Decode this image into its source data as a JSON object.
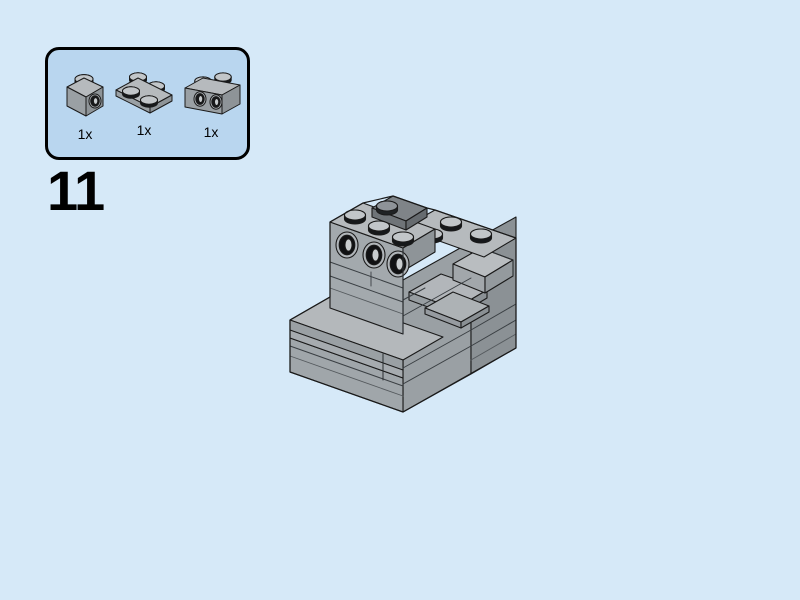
{
  "page": {
    "background_color": "#d6e9f8",
    "step_number": "11"
  },
  "parts_box": {
    "fill_color": "#b9d6ef",
    "border_color": "#000000",
    "parts": [
      {
        "name": "brick-1x1-with-stud-on-side",
        "quantity": "1x",
        "color_name": "light-bluish-gray",
        "color": "#a3a8ac"
      },
      {
        "name": "plate-2x2",
        "quantity": "1x",
        "color_name": "light-bluish-gray",
        "color": "#a3a8ac"
      },
      {
        "name": "brick-1x2-with-two-studs-on-side",
        "quantity": "1x",
        "color_name": "light-bluish-gray",
        "color": "#a3a8ac"
      }
    ]
  },
  "model": {
    "name": "partial-build-assembly",
    "description": "Isometric gray LEGO sub-assembly with side-stud bricks on top left, a dark gray 2x2 plate added on top, a slope on the right and a wide plate shelf at lower left.",
    "colors": {
      "top_face": "#b6babd",
      "left_face": "#9aa0a4",
      "right_face": "#8e9498",
      "highlight_top": "#7f8488",
      "highlight_left": "#6f7478",
      "stud_top": "#c2c6c9",
      "stud_ring": "#141414",
      "outline": "#1a1a1a"
    }
  }
}
